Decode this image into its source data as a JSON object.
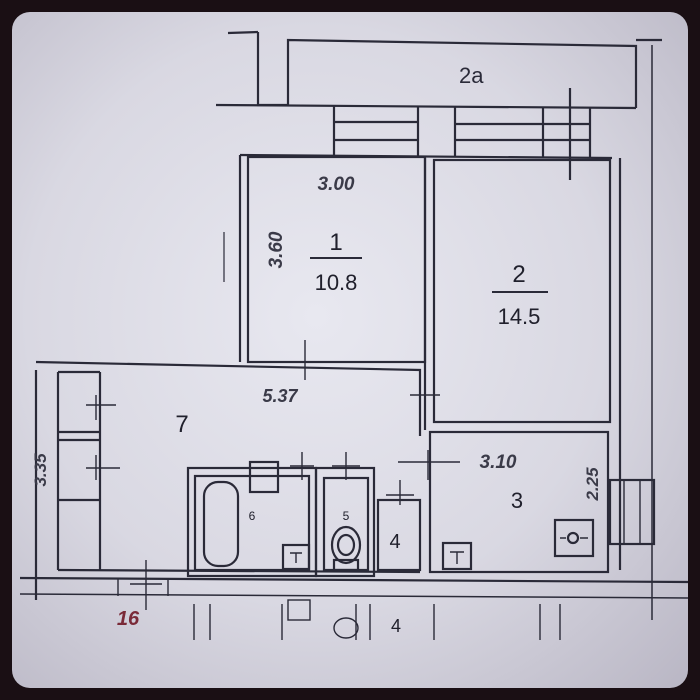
{
  "labels": {
    "balcony": "2а",
    "unit_bottom": "16",
    "room1_number": "1",
    "room1_area": "10.8",
    "room1_width": "3.00",
    "room1_height": "3.60",
    "room2_number": "2",
    "room2_area": "14.5",
    "room7_number": "7",
    "room7_width": "5.37",
    "room7_height": "3.35",
    "room3_number": "3",
    "room3_width": "3.10",
    "room3_height": "2.25",
    "bath_number": "6",
    "wc_number": "5",
    "closet_number": "4",
    "neighbor_closet_number": "4"
  },
  "colors": {
    "ink": "#2a2a38",
    "paper": "#dddce5",
    "accent_red": "#7a2a38"
  }
}
